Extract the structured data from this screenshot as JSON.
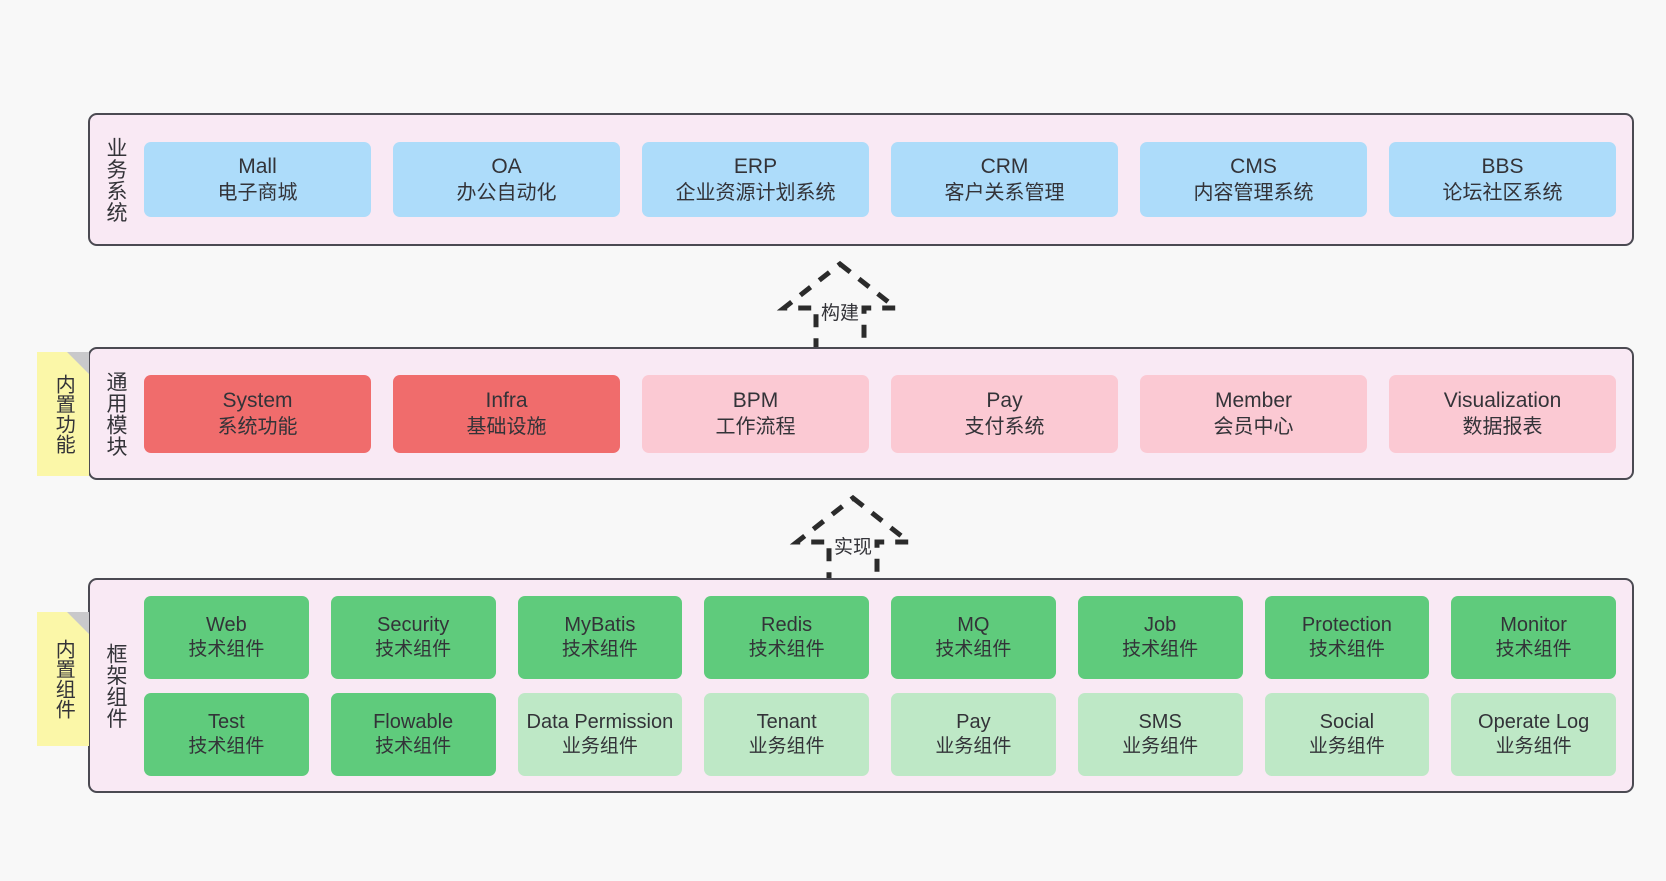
{
  "diagram": {
    "title": "",
    "colors": {
      "page_background": "#F8F8F8",
      "layer_background": "#F9E9F4",
      "layer_border": "#4B4A52",
      "business_cell": "#ADDCFA",
      "module_strong": "#F06C6C",
      "module_soft": "#FBC9D3",
      "tech_component": "#5FCB7C",
      "biz_component": "#BEE8C6",
      "note_background": "#FBF7A8",
      "note_fold": "#C9C9CB"
    }
  },
  "layers": [
    {
      "id": "business",
      "title": "业务系统",
      "rows": [
        {
          "cells": [
            {
              "en": "Mall",
              "cn": "电子商城"
            },
            {
              "en": "OA",
              "cn": "办公自动化"
            },
            {
              "en": "ERP",
              "cn": "企业资源计划系统"
            },
            {
              "en": "CRM",
              "cn": "客户关系管理"
            },
            {
              "en": "CMS",
              "cn": "内容管理系统"
            },
            {
              "en": "BBS",
              "cn": "论坛社区系统"
            }
          ]
        }
      ]
    },
    {
      "id": "modules",
      "title": "通用模块",
      "rows": [
        {
          "cells": [
            {
              "en": "System",
              "cn": "系统功能",
              "style": "strong"
            },
            {
              "en": "Infra",
              "cn": "基础设施",
              "style": "strong"
            },
            {
              "en": "BPM",
              "cn": "工作流程",
              "style": "soft"
            },
            {
              "en": "Pay",
              "cn": "支付系统",
              "style": "soft"
            },
            {
              "en": "Member",
              "cn": "会员中心",
              "style": "soft"
            },
            {
              "en": "Visualization",
              "cn": "数据报表",
              "style": "soft"
            }
          ]
        }
      ]
    },
    {
      "id": "framework",
      "title": "框架组件",
      "rows": [
        {
          "cells": [
            {
              "en": "Web",
              "cn": "技术组件",
              "style": "tech"
            },
            {
              "en": "Security",
              "cn": "技术组件",
              "style": "tech"
            },
            {
              "en": "MyBatis",
              "cn": "技术组件",
              "style": "tech"
            },
            {
              "en": "Redis",
              "cn": "技术组件",
              "style": "tech"
            },
            {
              "en": "MQ",
              "cn": "技术组件",
              "style": "tech"
            },
            {
              "en": "Job",
              "cn": "技术组件",
              "style": "tech"
            },
            {
              "en": "Protection",
              "cn": "技术组件",
              "style": "tech"
            },
            {
              "en": "Monitor",
              "cn": "技术组件",
              "style": "tech"
            }
          ]
        },
        {
          "cells": [
            {
              "en": "Test",
              "cn": "技术组件",
              "style": "tech"
            },
            {
              "en": "Flowable",
              "cn": "技术组件",
              "style": "tech"
            },
            {
              "en": "Data Permission",
              "cn": "业务组件",
              "style": "biz"
            },
            {
              "en": "Tenant",
              "cn": "业务组件",
              "style": "biz"
            },
            {
              "en": "Pay",
              "cn": "业务组件",
              "style": "biz"
            },
            {
              "en": "SMS",
              "cn": "业务组件",
              "style": "biz"
            },
            {
              "en": "Social",
              "cn": "业务组件",
              "style": "biz"
            },
            {
              "en": "Operate Log",
              "cn": "业务组件",
              "style": "biz"
            }
          ]
        }
      ]
    }
  ],
  "notes": [
    {
      "id": "builtin-func",
      "text": "内置功能"
    },
    {
      "id": "builtin-comp",
      "text": "内置组件"
    }
  ],
  "connectors": [
    {
      "id": "build",
      "label": "构建",
      "direction": "up",
      "style": "dashed-hollow-arrow"
    },
    {
      "id": "impl",
      "label": "实现",
      "direction": "up",
      "style": "dashed-hollow-arrow"
    }
  ]
}
